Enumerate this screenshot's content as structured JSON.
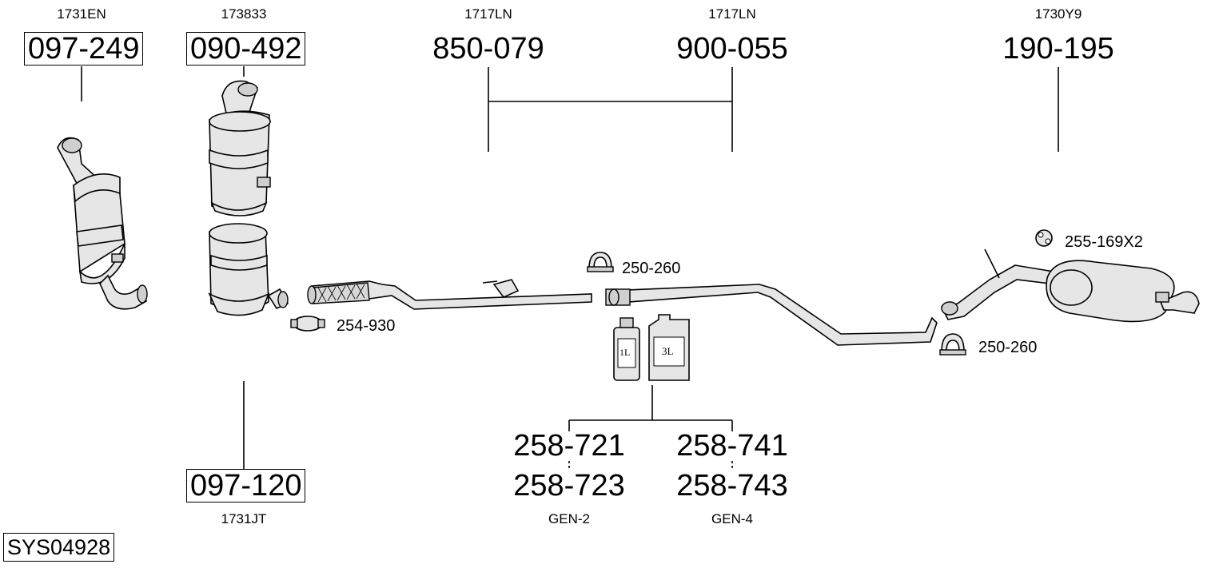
{
  "diagram_title": "SYS04928",
  "parts": [
    {
      "ref": "1731EN",
      "number": "097-249",
      "boxed": true
    },
    {
      "ref": "173833",
      "number": "090-492",
      "boxed": true
    },
    {
      "ref": "1731JT",
      "number": "097-120",
      "boxed": true
    },
    {
      "ref": "1717LN",
      "number": "850-079",
      "boxed": false
    },
    {
      "ref": "1717LN",
      "number": "900-055",
      "boxed": false
    },
    {
      "ref": "1730Y9",
      "number": "190-195",
      "boxed": false
    }
  ],
  "callouts": {
    "clamp_front": "254-930",
    "clamp_mid": "250-260",
    "clamp_rear": "250-260",
    "rubber_mount": "255-169X2"
  },
  "fluids": {
    "bottle_small_label": "1L",
    "bottle_large_label": "3L",
    "gen2_top": "258-721",
    "gen2_bottom": "258-723",
    "gen2_ref": "GEN-2",
    "gen4_top": "258-741",
    "gen4_bottom": "258-743",
    "gen4_ref": "GEN-4"
  }
}
